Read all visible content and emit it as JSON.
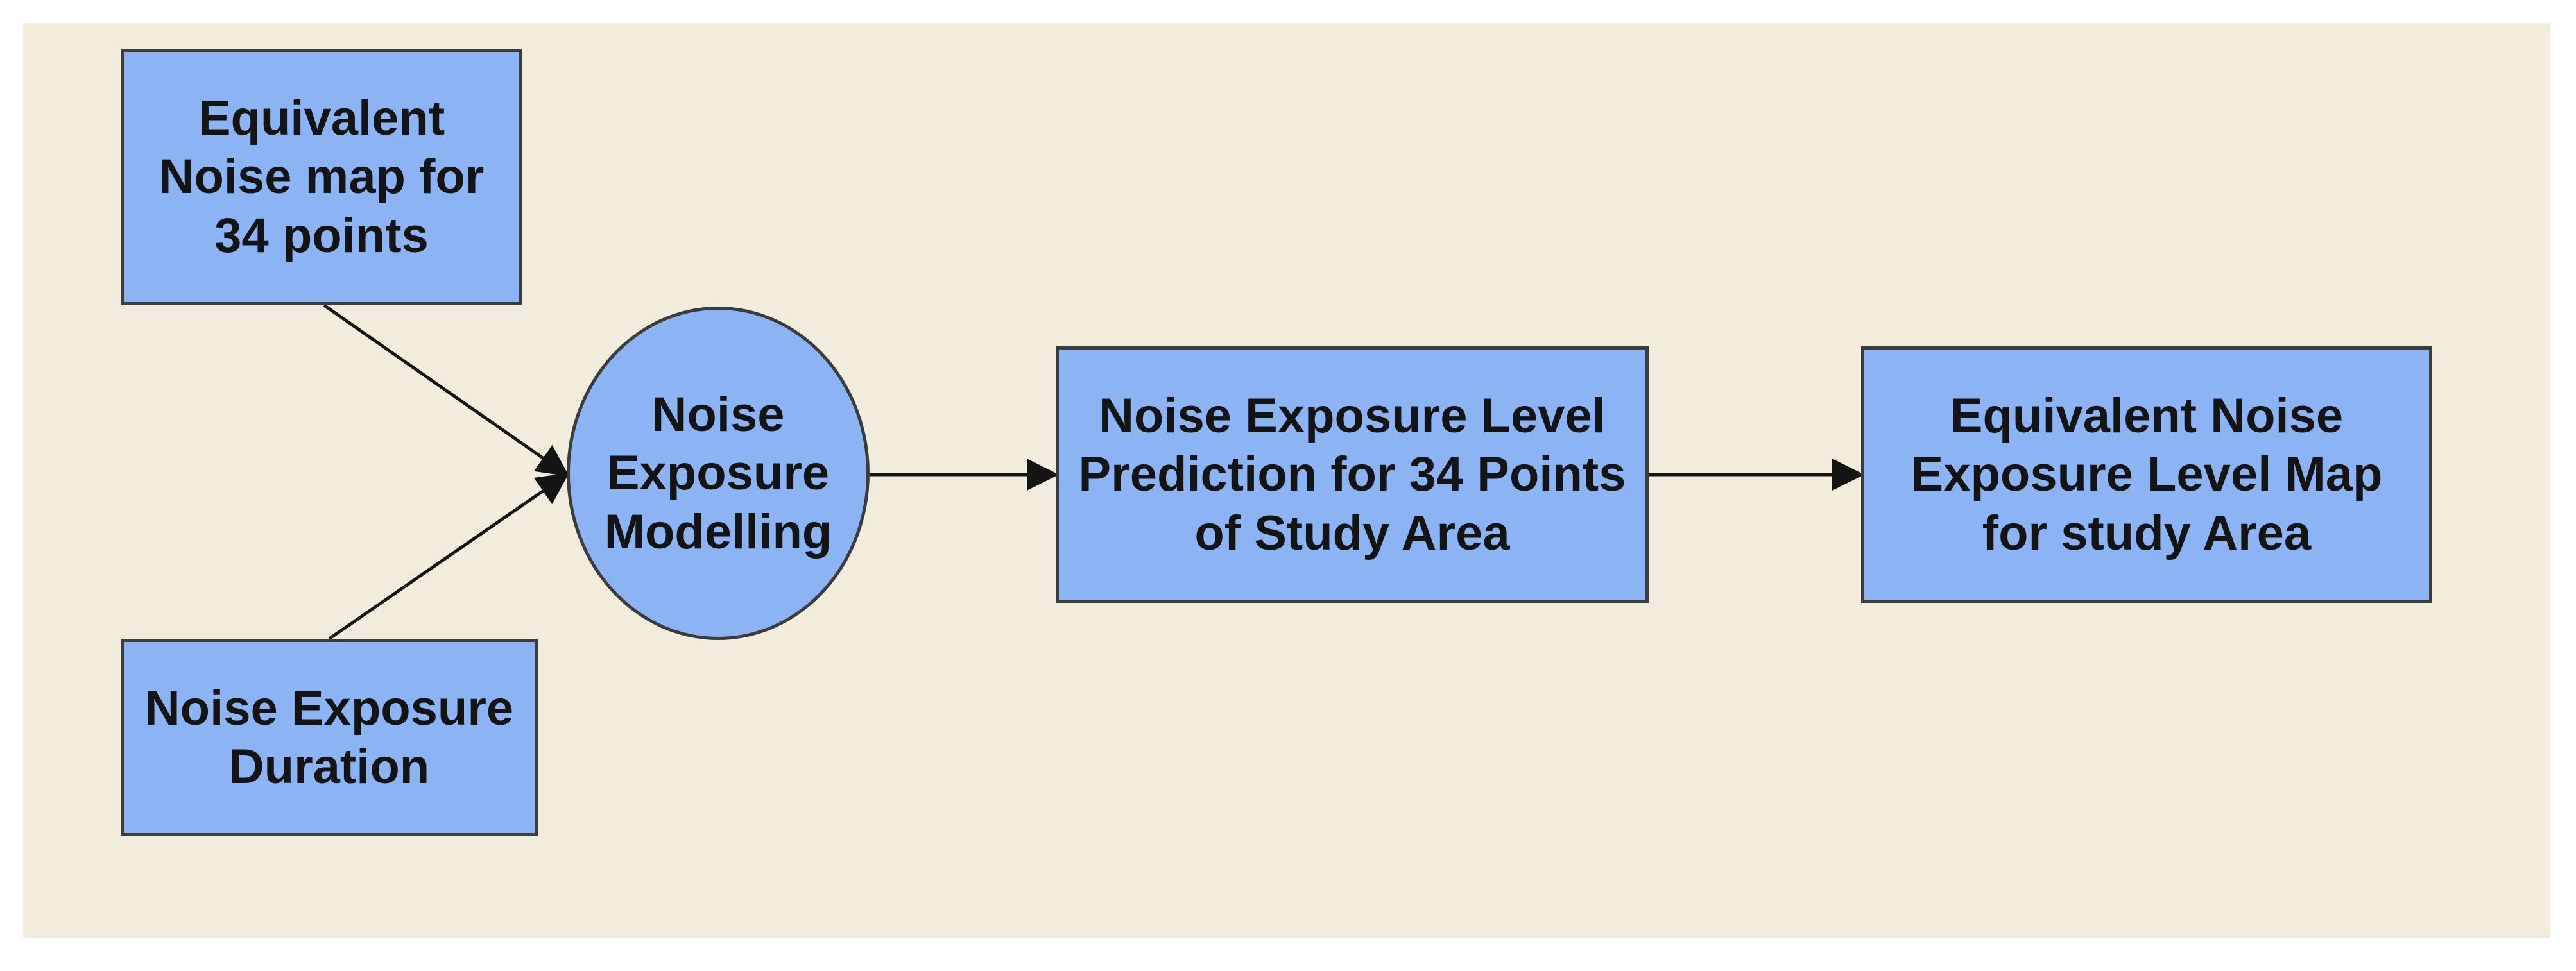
{
  "diagram": {
    "colors": {
      "background": "#f2ecdc",
      "node_fill": "#8cb4f5",
      "node_border": "#3c3c3c",
      "connector": "#141414"
    },
    "nodes": {
      "equivalent_noise_map": {
        "shape": "rectangle",
        "label": "Equivalent\nNoise map for\n34 points"
      },
      "noise_exposure_duration": {
        "shape": "rectangle",
        "label": "Noise Exposure\nDuration"
      },
      "noise_exposure_modelling": {
        "shape": "ellipse",
        "label": "Noise\nExposure\nModelling"
      },
      "level_prediction": {
        "shape": "rectangle",
        "label": "Noise Exposure Level\nPrediction for 34 Points\nof Study Area"
      },
      "level_map": {
        "shape": "rectangle",
        "label": "Equivalent Noise\nExposure Level Map\nfor study Area"
      }
    },
    "edges": [
      {
        "from": "equivalent_noise_map",
        "to": "noise_exposure_modelling"
      },
      {
        "from": "noise_exposure_duration",
        "to": "noise_exposure_modelling"
      },
      {
        "from": "noise_exposure_modelling",
        "to": "level_prediction"
      },
      {
        "from": "level_prediction",
        "to": "level_map"
      }
    ]
  }
}
